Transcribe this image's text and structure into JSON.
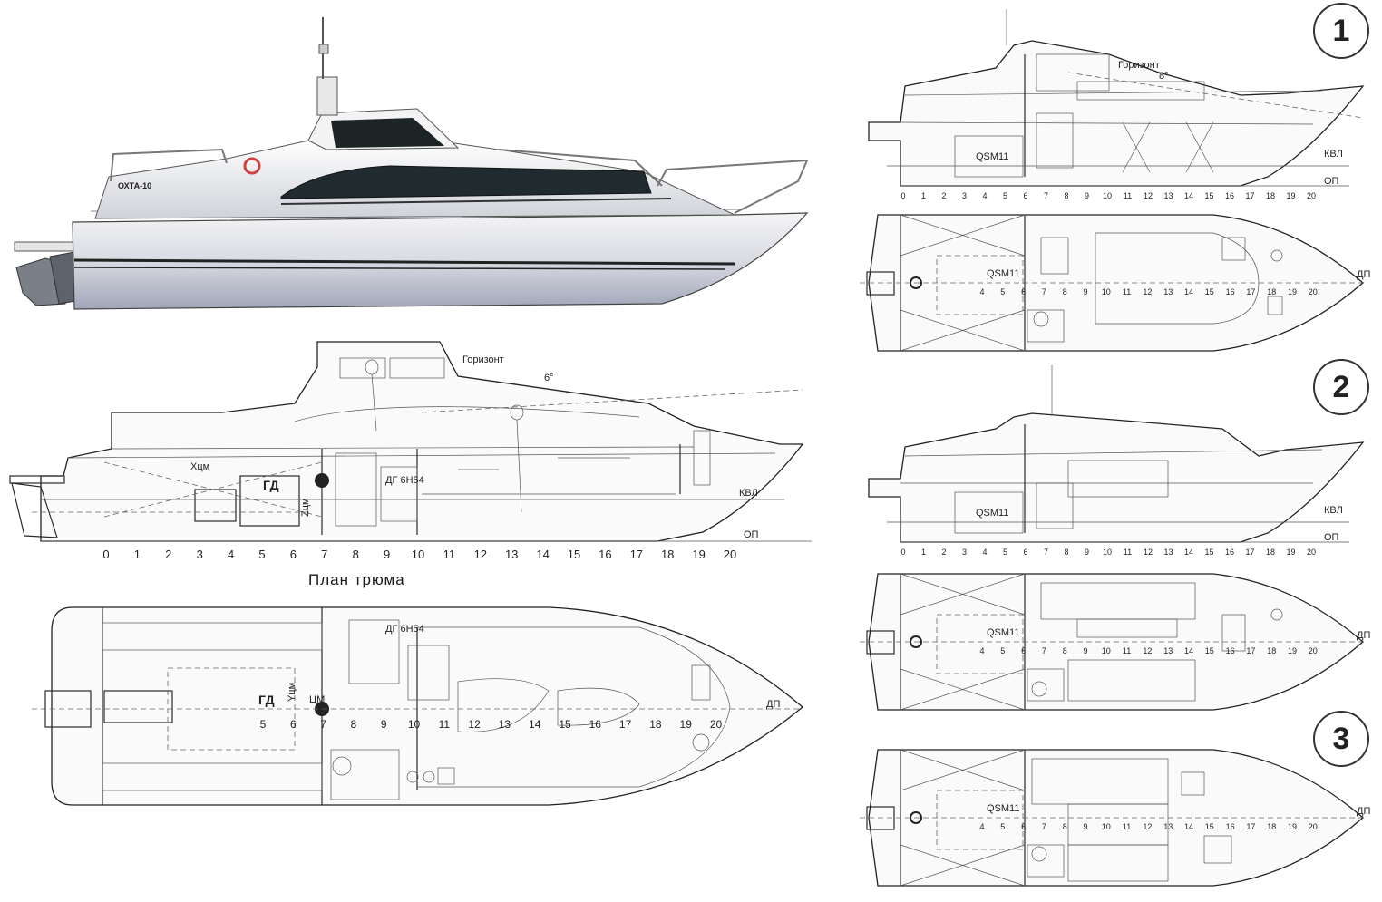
{
  "render": {
    "boat_name": "ОХТА-10"
  },
  "main_profile": {
    "horizon_label": "Горизонт",
    "angle_label": "6°",
    "engine_label": "ГД",
    "xcm_label": "Хцм",
    "zcm_label": "Zцм",
    "dg_label": "ДГ 6Н54",
    "waterline_label": "КВЛ",
    "baseline_label": "ОП",
    "frames": [
      "0",
      "1",
      "2",
      "3",
      "4",
      "5",
      "6",
      "7",
      "8",
      "9",
      "10",
      "11",
      "12",
      "13",
      "14",
      "15",
      "16",
      "17",
      "18",
      "19",
      "20"
    ]
  },
  "main_plan": {
    "title": "План трюма",
    "engine_label": "ГД",
    "ycm_label": "Yцм",
    "cm_label": "ЦМ",
    "dg_label": "ДГ 6Н54",
    "centerline_label": "ДП",
    "frames": [
      "5",
      "6",
      "7",
      "8",
      "9",
      "10",
      "11",
      "12",
      "13",
      "14",
      "15",
      "16",
      "17",
      "18",
      "19",
      "20"
    ]
  },
  "variants": [
    {
      "badge": "1",
      "horizon_label": "Горизонт",
      "angle_label": "8°",
      "engine_label": "QSM11",
      "waterline_label": "КВЛ",
      "baseline_label": "ОП",
      "centerline_label": "ДП"
    },
    {
      "badge": "2",
      "engine_label": "QSM11",
      "waterline_label": "КВЛ",
      "baseline_label": "ОП",
      "centerline_label": "ДП"
    },
    {
      "badge": "3",
      "engine_label": "QSM11",
      "centerline_label": "ДП"
    }
  ],
  "small_frames": [
    "0",
    "1",
    "2",
    "3",
    "4",
    "5",
    "6",
    "7",
    "8",
    "9",
    "10",
    "11",
    "12",
    "13",
    "14",
    "15",
    "16",
    "17",
    "18",
    "19",
    "20"
  ],
  "plan_frames": [
    "4",
    "5",
    "6",
    "7",
    "8",
    "9",
    "10",
    "11",
    "12",
    "13",
    "14",
    "15",
    "16",
    "17",
    "18",
    "19",
    "20"
  ]
}
